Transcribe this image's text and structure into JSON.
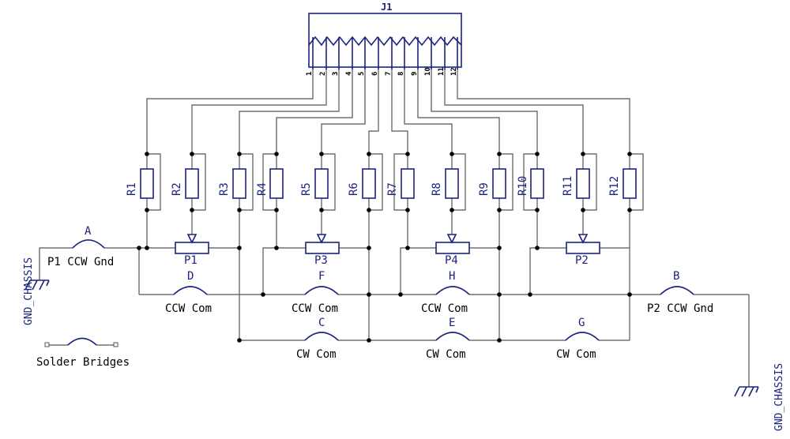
{
  "connector": {
    "ref": "J1",
    "pins": [
      "1",
      "2",
      "3",
      "4",
      "5",
      "6",
      "7",
      "8",
      "9",
      "10",
      "11",
      "12"
    ]
  },
  "resistors": [
    "R1",
    "R2",
    "R3",
    "R4",
    "R5",
    "R6",
    "R7",
    "R8",
    "R9",
    "R10",
    "R11",
    "R12"
  ],
  "pots": [
    "P1",
    "P3",
    "P4",
    "P2"
  ],
  "bridges": {
    "A": "A",
    "B": "B",
    "C": "C",
    "D": "D",
    "E": "E",
    "F": "F",
    "G": "G",
    "H": "H"
  },
  "texts": {
    "p1_ccw_gnd": "P1 CCW Gnd",
    "p2_ccw_gnd": "P2 CCW Gnd",
    "ccw_com": "CCW Com",
    "cw_com": "CW Com",
    "gnd_chassis": "GND_CHASSIS",
    "solder_bridges": "Solder Bridges"
  }
}
